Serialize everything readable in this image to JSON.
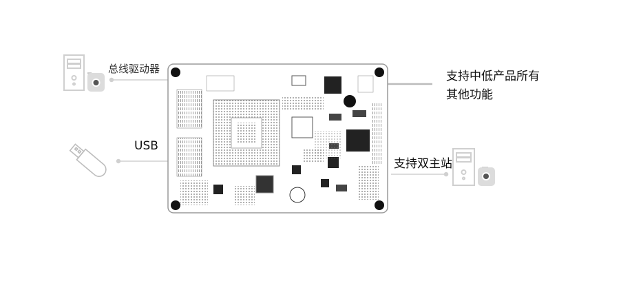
{
  "labels": {
    "bus_driver": "总线驱动器",
    "usb": "USB",
    "features_line1": "支持中低产品所有",
    "features_line2": "其他功能",
    "dual_master": "支持双主站"
  },
  "icons": [
    "pc-tower-icon",
    "camera-icon",
    "usb-stick-icon",
    "pcb-board"
  ],
  "colors": {
    "line": "#c8c8c8",
    "icon": "#cfcfcf",
    "board_border": "#9a9a9a",
    "text": "#111111"
  }
}
